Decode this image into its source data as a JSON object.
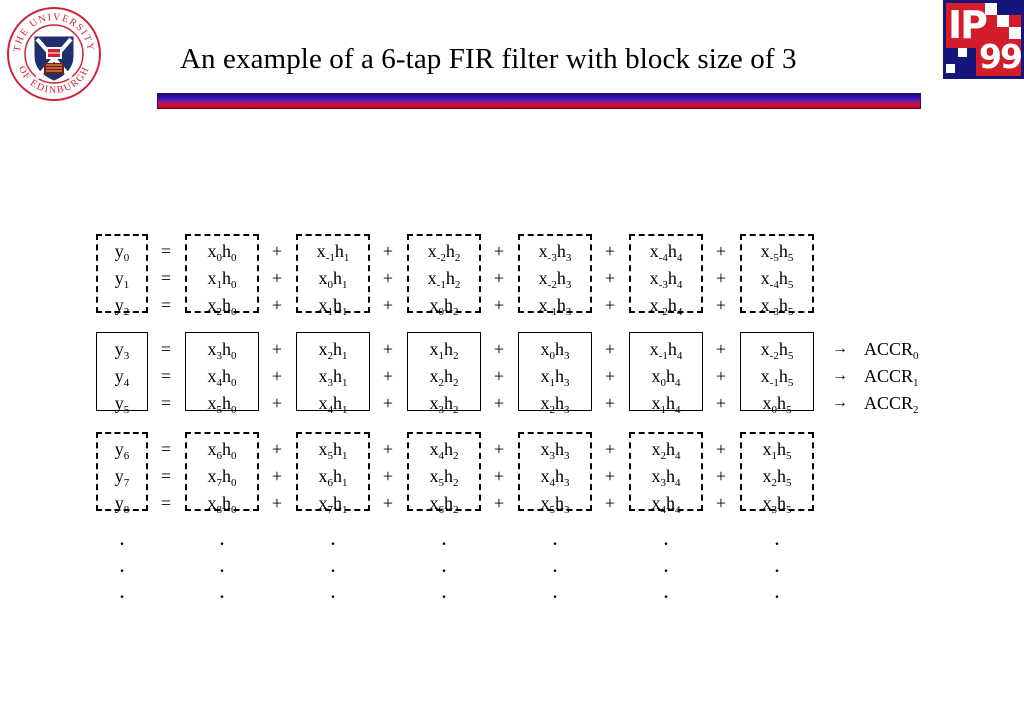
{
  "slide": {
    "title": "An example of a 6-tap FIR filter with block size of 3"
  },
  "logos": {
    "university": {
      "name": "THE UNIVERSITY OF EDINBURGH",
      "top_text": "THE UNIVERSITY",
      "bottom_text": "OF EDINBURGH"
    },
    "ip99": {
      "line1": "IP",
      "line2": "99"
    }
  },
  "filter_table": {
    "blocks": [
      {
        "style": "dashed",
        "rows": [
          {
            "lhs": [
              "y",
              "0"
            ],
            "terms": [
              [
                "x",
                "0",
                "h",
                "0"
              ],
              [
                "x",
                "-1",
                "h",
                "1"
              ],
              [
                "x",
                "-2",
                "h",
                "2"
              ],
              [
                "x",
                "-3",
                "h",
                "3"
              ],
              [
                "x",
                "-4",
                "h",
                "4"
              ],
              [
                "x",
                "-5",
                "h",
                "5"
              ]
            ]
          },
          {
            "lhs": [
              "y",
              "1"
            ],
            "terms": [
              [
                "x",
                "1",
                "h",
                "0"
              ],
              [
                "x",
                "0",
                "h",
                "1"
              ],
              [
                "x",
                "-1",
                "h",
                "2"
              ],
              [
                "x",
                "-2",
                "h",
                "3"
              ],
              [
                "x",
                "-3",
                "h",
                "4"
              ],
              [
                "x",
                "-4",
                "h",
                "5"
              ]
            ]
          },
          {
            "lhs": [
              "y",
              "2"
            ],
            "terms": [
              [
                "x",
                "2",
                "h",
                "0"
              ],
              [
                "x",
                "1",
                "h",
                "1"
              ],
              [
                "x",
                "0",
                "h",
                "2"
              ],
              [
                "x",
                "-1",
                "h",
                "3"
              ],
              [
                "x",
                "-2",
                "h",
                "4"
              ],
              [
                "x",
                "-3",
                "h",
                "5"
              ]
            ]
          }
        ]
      },
      {
        "style": "solid",
        "rows": [
          {
            "lhs": [
              "y",
              "3"
            ],
            "terms": [
              [
                "x",
                "3",
                "h",
                "0"
              ],
              [
                "x",
                "2",
                "h",
                "1"
              ],
              [
                "x",
                "1",
                "h",
                "2"
              ],
              [
                "x",
                "0",
                "h",
                "3"
              ],
              [
                "x",
                "-1",
                "h",
                "4"
              ],
              [
                "x",
                "-2",
                "h",
                "5"
              ]
            ],
            "accr": [
              "ACCR",
              "0"
            ]
          },
          {
            "lhs": [
              "y",
              "4"
            ],
            "terms": [
              [
                "x",
                "4",
                "h",
                "0"
              ],
              [
                "x",
                "3",
                "h",
                "1"
              ],
              [
                "x",
                "2",
                "h",
                "2"
              ],
              [
                "x",
                "1",
                "h",
                "3"
              ],
              [
                "x",
                "0",
                "h",
                "4"
              ],
              [
                "x",
                "-1",
                "h",
                "5"
              ]
            ],
            "accr": [
              "ACCR",
              "1"
            ]
          },
          {
            "lhs": [
              "y",
              "5"
            ],
            "terms": [
              [
                "x",
                "5",
                "h",
                "0"
              ],
              [
                "x",
                "4",
                "h",
                "1"
              ],
              [
                "x",
                "3",
                "h",
                "2"
              ],
              [
                "x",
                "2",
                "h",
                "3"
              ],
              [
                "x",
                "1",
                "h",
                "4"
              ],
              [
                "x",
                "0",
                "h",
                "5"
              ]
            ],
            "accr": [
              "ACCR",
              "2"
            ]
          }
        ]
      },
      {
        "style": "dashed",
        "rows": [
          {
            "lhs": [
              "y",
              "6"
            ],
            "terms": [
              [
                "x",
                "6",
                "h",
                "0"
              ],
              [
                "x",
                "5",
                "h",
                "1"
              ],
              [
                "x",
                "4",
                "h",
                "2"
              ],
              [
                "x",
                "3",
                "h",
                "3"
              ],
              [
                "x",
                "2",
                "h",
                "4"
              ],
              [
                "x",
                "1",
                "h",
                "5"
              ]
            ]
          },
          {
            "lhs": [
              "y",
              "7"
            ],
            "terms": [
              [
                "x",
                "7",
                "h",
                "0"
              ],
              [
                "x",
                "6",
                "h",
                "1"
              ],
              [
                "x",
                "5",
                "h",
                "2"
              ],
              [
                "x",
                "4",
                "h",
                "3"
              ],
              [
                "x",
                "3",
                "h",
                "4"
              ],
              [
                "x",
                "2",
                "h",
                "5"
              ]
            ]
          },
          {
            "lhs": [
              "y",
              "8"
            ],
            "terms": [
              [
                "x",
                "8",
                "h",
                "0"
              ],
              [
                "x",
                "7",
                "h",
                "1"
              ],
              [
                "x",
                "6",
                "h",
                "2"
              ],
              [
                "x",
                "5",
                "h",
                "3"
              ],
              [
                "x",
                "4",
                "h",
                "4"
              ],
              [
                "x",
                "3",
                "h",
                "5"
              ]
            ]
          }
        ]
      }
    ],
    "operators": {
      "equals": "=",
      "plus": "+",
      "arrow": "→"
    },
    "continuation": "."
  }
}
